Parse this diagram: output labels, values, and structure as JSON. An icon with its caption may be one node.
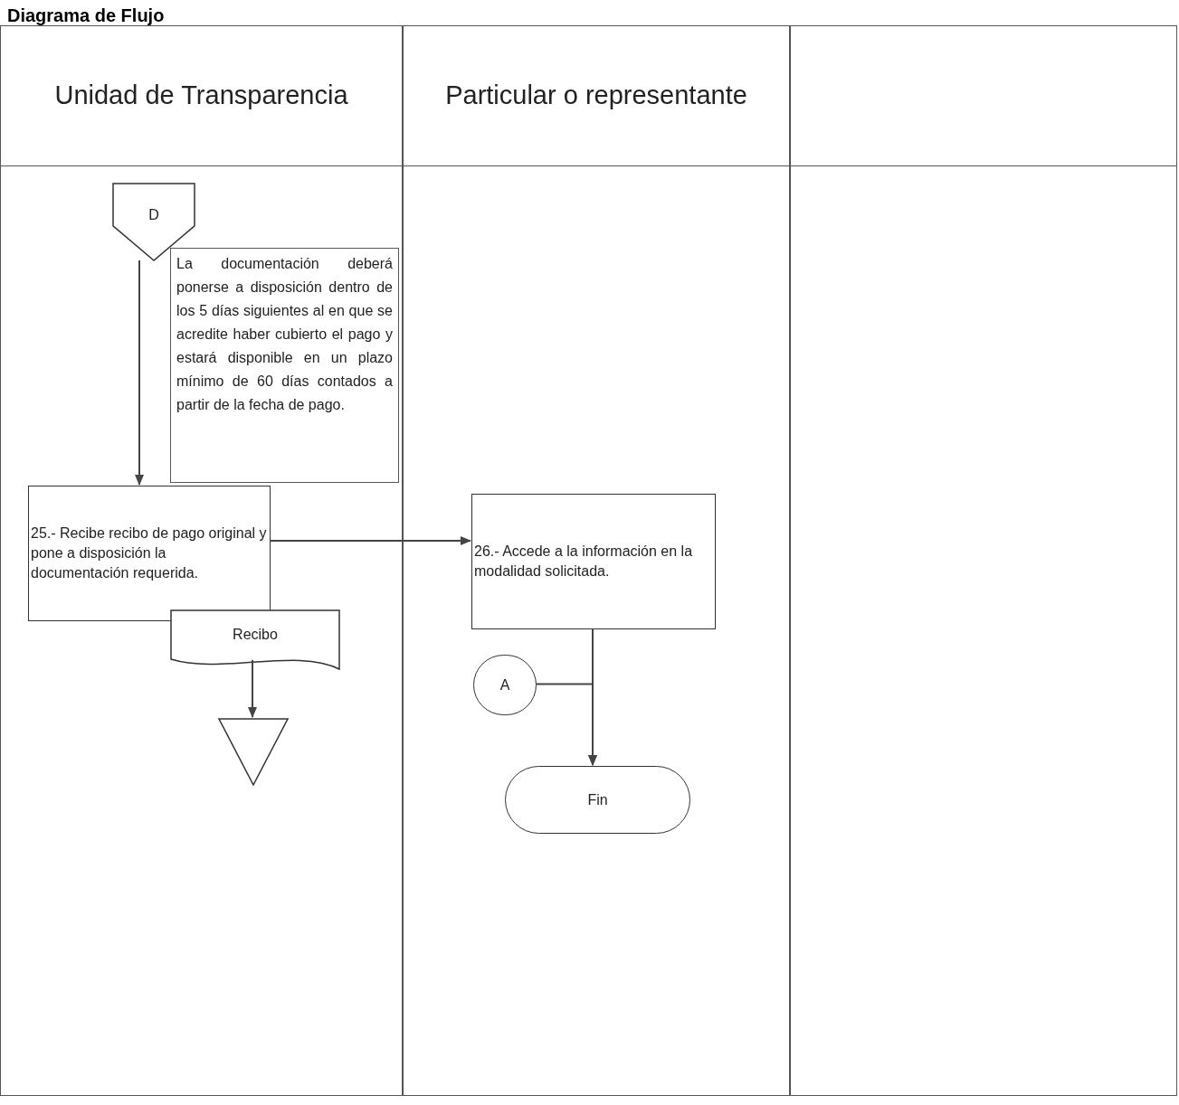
{
  "diagram": {
    "title": "Diagrama de Flujo",
    "nodes": [
      {
        "text": [
          "Unidad de Transparencia"
        ]
      },
      {
        "text": [
          "Particular o representante"
        ]
      },
      {
        "text": [],
        "shape": "box"
      },
      {
        "text": [
          "D"
        ],
        "in": 0
      },
      {
        "text": [
          "La documentación deberá ponerse a disposición dentro de los 5 días siguientes al en que se acredite haber cubierto el pago y estará disponible en un plazo mínimo de 60 días contados a partir de la fecha de pago."
        ],
        "in": 0
      },
      {
        "text": [
          "25.- Recibe recibo de pago original y pone a disposición la documentación requerida."
        ],
        "in": 0
      },
      {
        "text": [
          "Recibo"
        ],
        "in": 0
      },
      {
        "text": [],
        "shape": "triangle",
        "in": 0
      },
      {
        "text": [
          "26.- Accede a la información en la modalidad solicitada."
        ],
        "in": 1
      },
      {
        "text": [
          "A"
        ],
        "in": 1
      },
      {
        "text": [
          "Fin"
        ],
        "in": 1
      }
    ],
    "edges": [
      {
        "from": 3,
        "to": 5,
        "arrow": "to"
      },
      {
        "from": 5,
        "to": 8,
        "arrow": "to"
      },
      {
        "from": 6,
        "to": 7,
        "arrow": "to"
      },
      {
        "from": 8,
        "to": 10,
        "arrow": "to"
      },
      {
        "from": 9,
        "to": 10,
        "arrow": "to"
      }
    ]
  }
}
